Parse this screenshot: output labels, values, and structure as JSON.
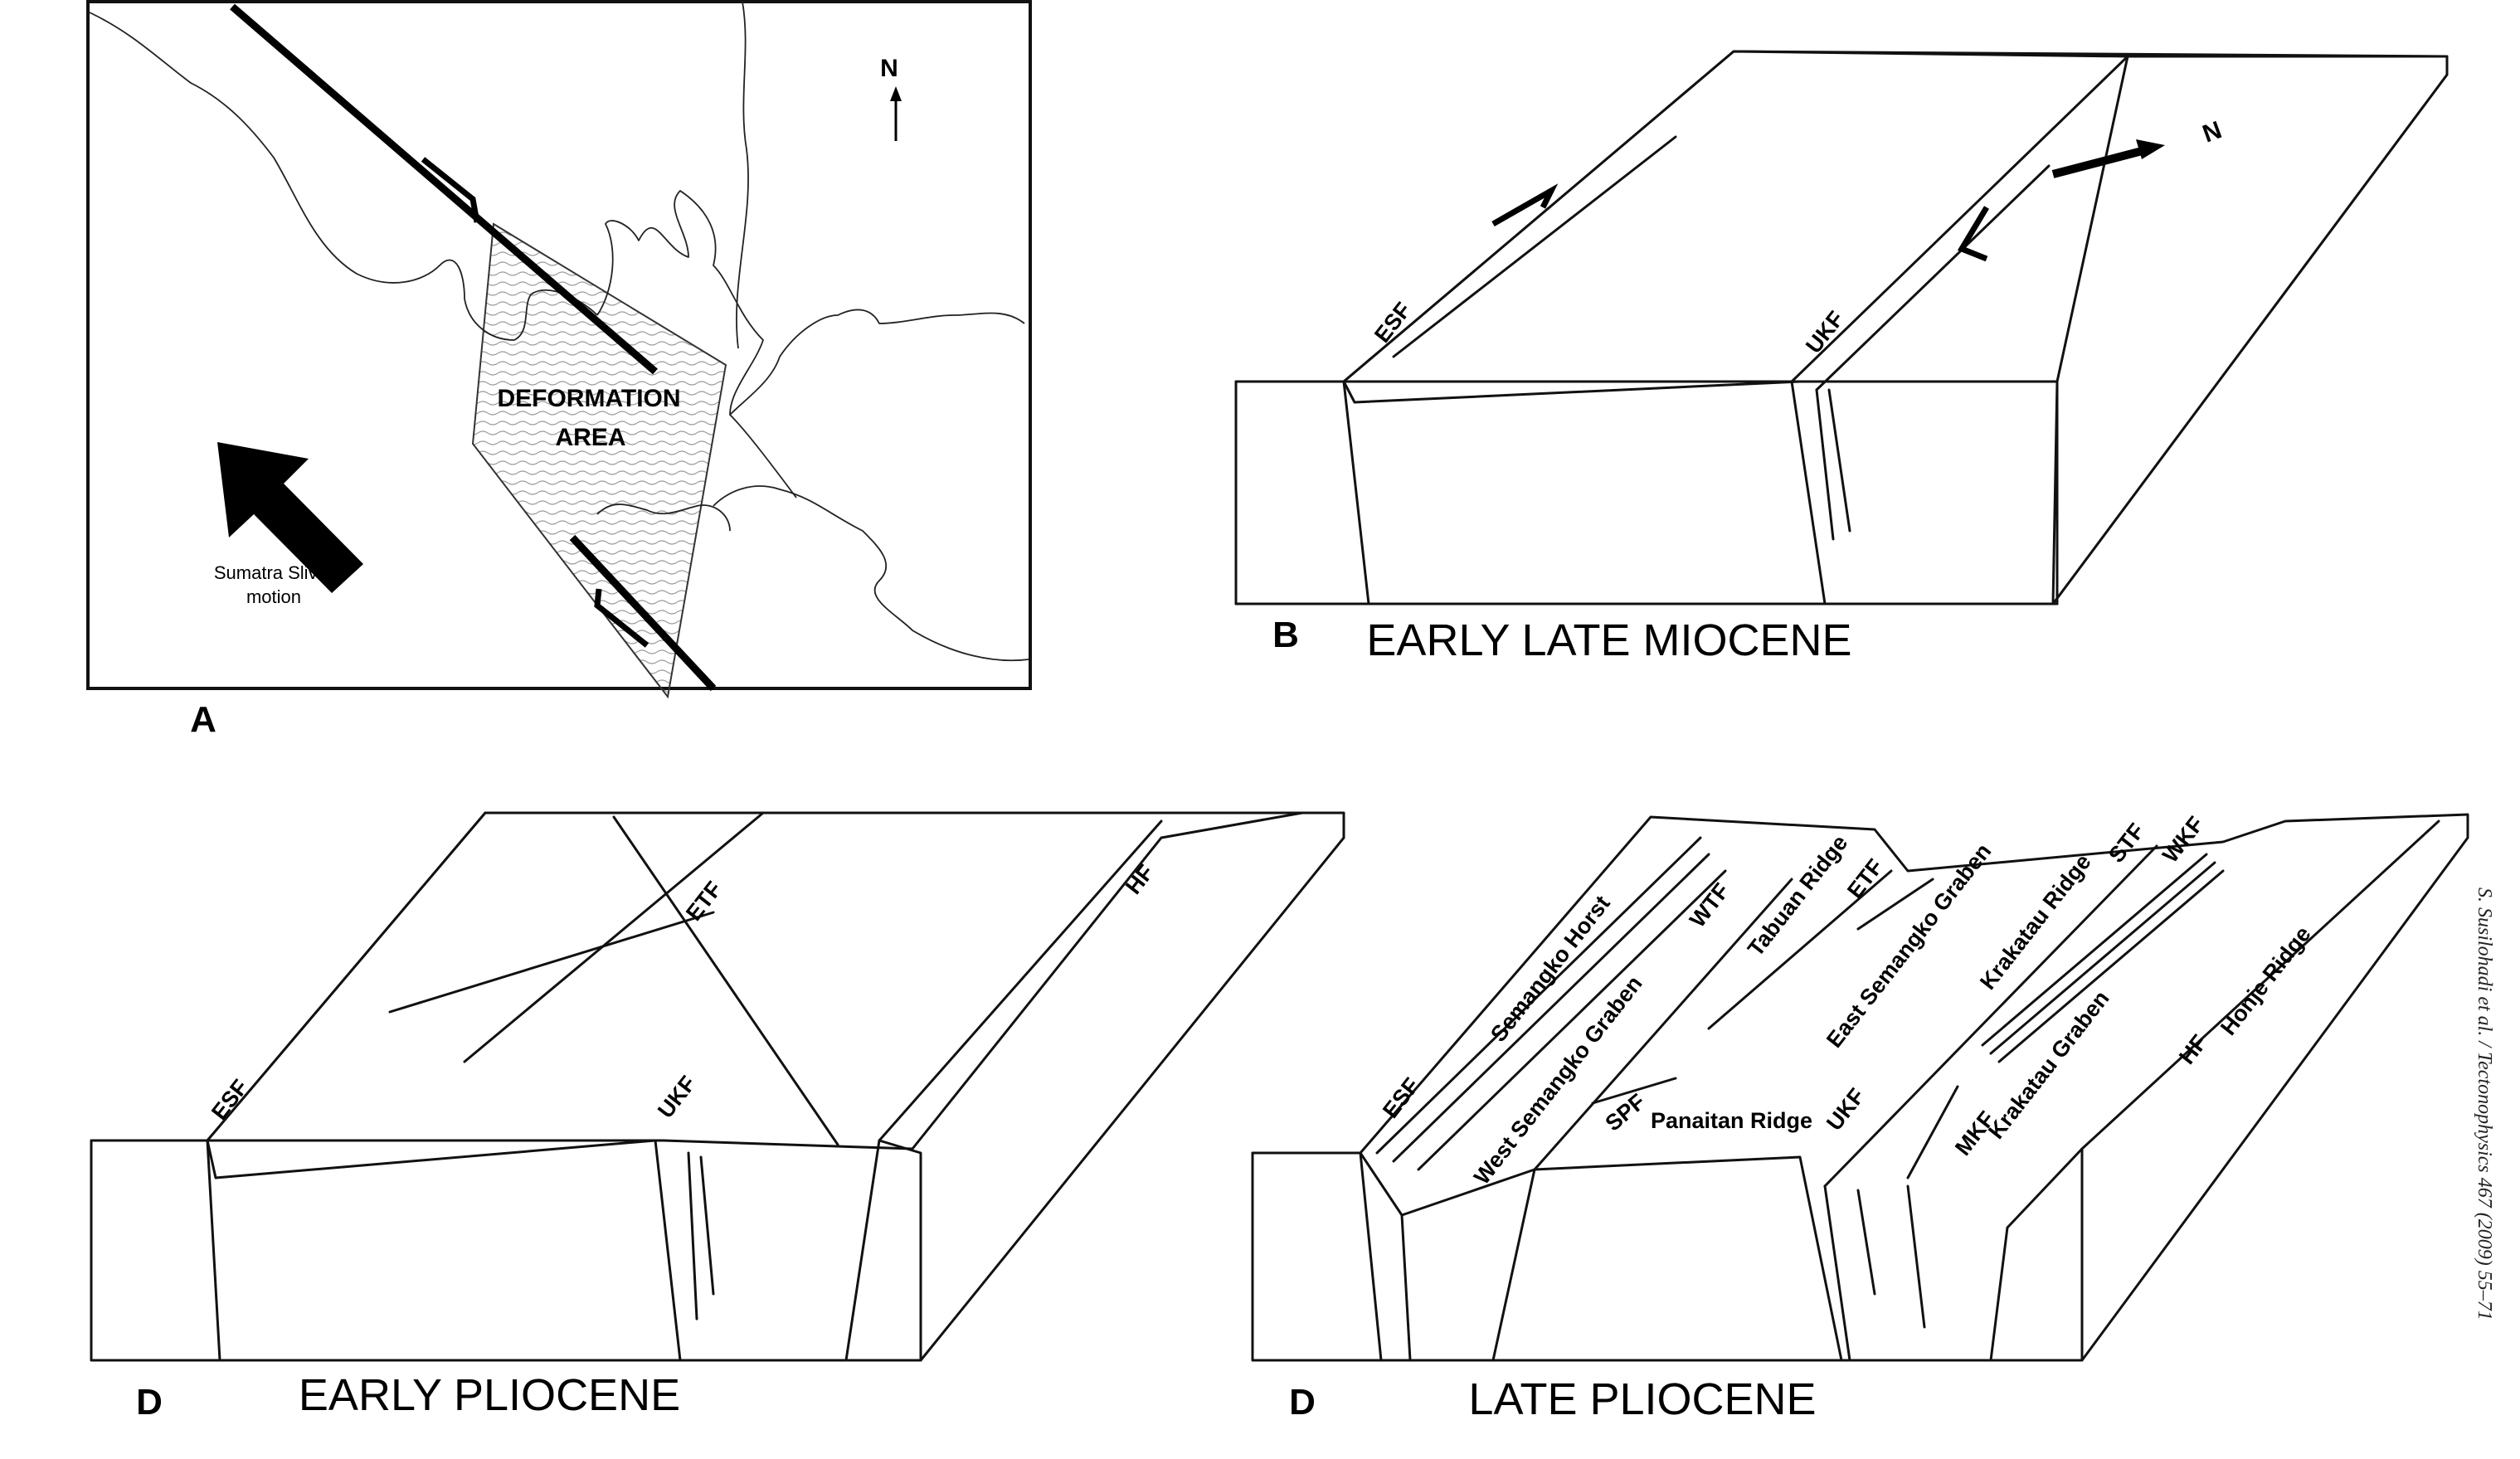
{
  "panel_a": {
    "letter": "A",
    "north_label": "N",
    "area_label_line1": "DEFORMATION",
    "area_label_line2": "AREA",
    "motion_label_line1": "Sumatra Sliver",
    "motion_label_line2": "motion"
  },
  "panel_b": {
    "letter": "B",
    "title": "EARLY LATE MIOCENE",
    "faults": {
      "esf": "ESF",
      "ukf": "UKF"
    },
    "north_label": "N"
  },
  "panel_c": {
    "letter": "D",
    "title": "EARLY PLIOCENE",
    "faults": {
      "esf": "ESF",
      "etf": "ETF",
      "ukf": "UKF",
      "hf": "HF"
    }
  },
  "panel_d": {
    "letter": "D",
    "title": "LATE PLIOCENE",
    "faults": {
      "esf": "ESF",
      "wtf": "WTF",
      "etf": "ETF",
      "stf": "STF",
      "wkf": "WKF",
      "spf": "SPF",
      "ukf": "UKF",
      "mkf": "MKF",
      "hf": "HF"
    },
    "features": {
      "semangko_horst": "Semangko Horst",
      "west_semangko_graben": "West Semangko Graben",
      "tabuan_ridge": "Tabuan Ridge",
      "east_semangko_graben": "East Semangko Graben",
      "krakatau_ridge": "Krakatau Ridge",
      "krakatau_graben": "Krakatau Graben",
      "honje_ridge": "Honje Ridge",
      "panaitan_ridge": "Panaitan Ridge"
    }
  },
  "credit": "S. Susilohadi et al. / Tectonophysics 467 (2009) 55–71"
}
